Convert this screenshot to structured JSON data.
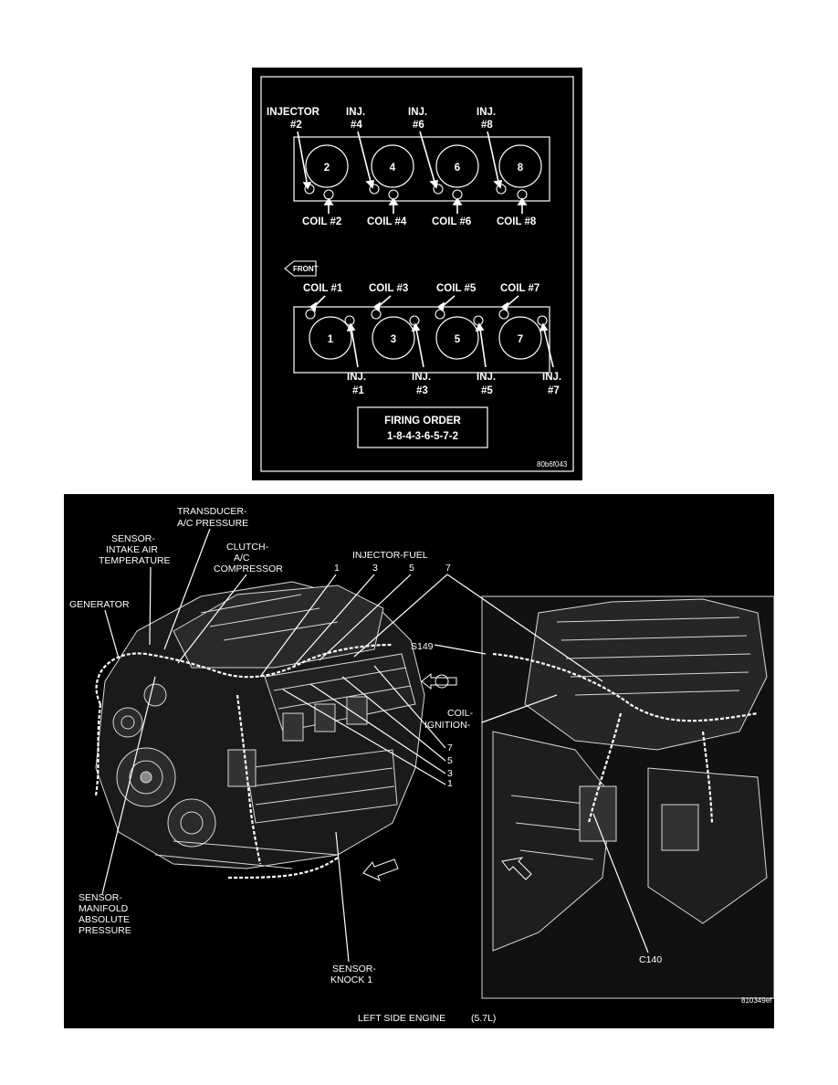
{
  "firing_order_diagram": {
    "top_bank": {
      "injector_labels": [
        {
          "line1": "INJECTOR",
          "line2": "#2"
        },
        {
          "line1": "INJ.",
          "line2": "#4"
        },
        {
          "line1": "INJ.",
          "line2": "#6"
        },
        {
          "line1": "INJ.",
          "line2": "#8"
        }
      ],
      "cylinders": [
        "2",
        "4",
        "6",
        "8"
      ],
      "coil_labels": [
        "COIL #2",
        "COIL #4",
        "COIL #6",
        "COIL #8"
      ]
    },
    "front_label": "FRONT",
    "bottom_bank": {
      "coil_labels": [
        "COIL #1",
        "COIL #3",
        "COIL #5",
        "COIL #7"
      ],
      "cylinders": [
        "1",
        "3",
        "5",
        "7"
      ],
      "injector_labels": [
        {
          "line1": "INJ.",
          "line2": "#1"
        },
        {
          "line1": "INJ.",
          "line2": "#3"
        },
        {
          "line1": "INJ.",
          "line2": "#5"
        },
        {
          "line1": "INJ.",
          "line2": "#7"
        }
      ]
    },
    "firing_order": {
      "title": "FIRING ORDER",
      "sequence": "1-8-4-3-6-5-7-2"
    },
    "figure_code": "80b6f043"
  },
  "engine_diagram": {
    "labels": {
      "transducer": [
        "TRANSDUCER-",
        "A/C PRESSURE"
      ],
      "sensor_iat": [
        "SENSOR-",
        "INTAKE AIR",
        "TEMPERATURE"
      ],
      "clutch": [
        "CLUTCH-",
        "A/C",
        "COMPRESSOR"
      ],
      "generator": "GENERATOR",
      "injector_fuel": "INJECTOR-FUEL",
      "injector_numbers": [
        "1",
        "3",
        "5",
        "7"
      ],
      "s149": "S149",
      "coil_ignition": [
        "COIL-",
        "IGNITION-"
      ],
      "coil_numbers": [
        "7",
        "5",
        "3",
        "1"
      ],
      "sensor_map": [
        "SENSOR-",
        "MANIFOLD",
        "ABSOLUTE",
        "PRESSURE"
      ],
      "sensor_knock": [
        "SENSOR-",
        "KNOCK 1"
      ],
      "c140": "C140"
    },
    "figure_code": "810349ef",
    "caption": "LEFT SIDE ENGINE",
    "caption_variant": "(5.7L)"
  }
}
